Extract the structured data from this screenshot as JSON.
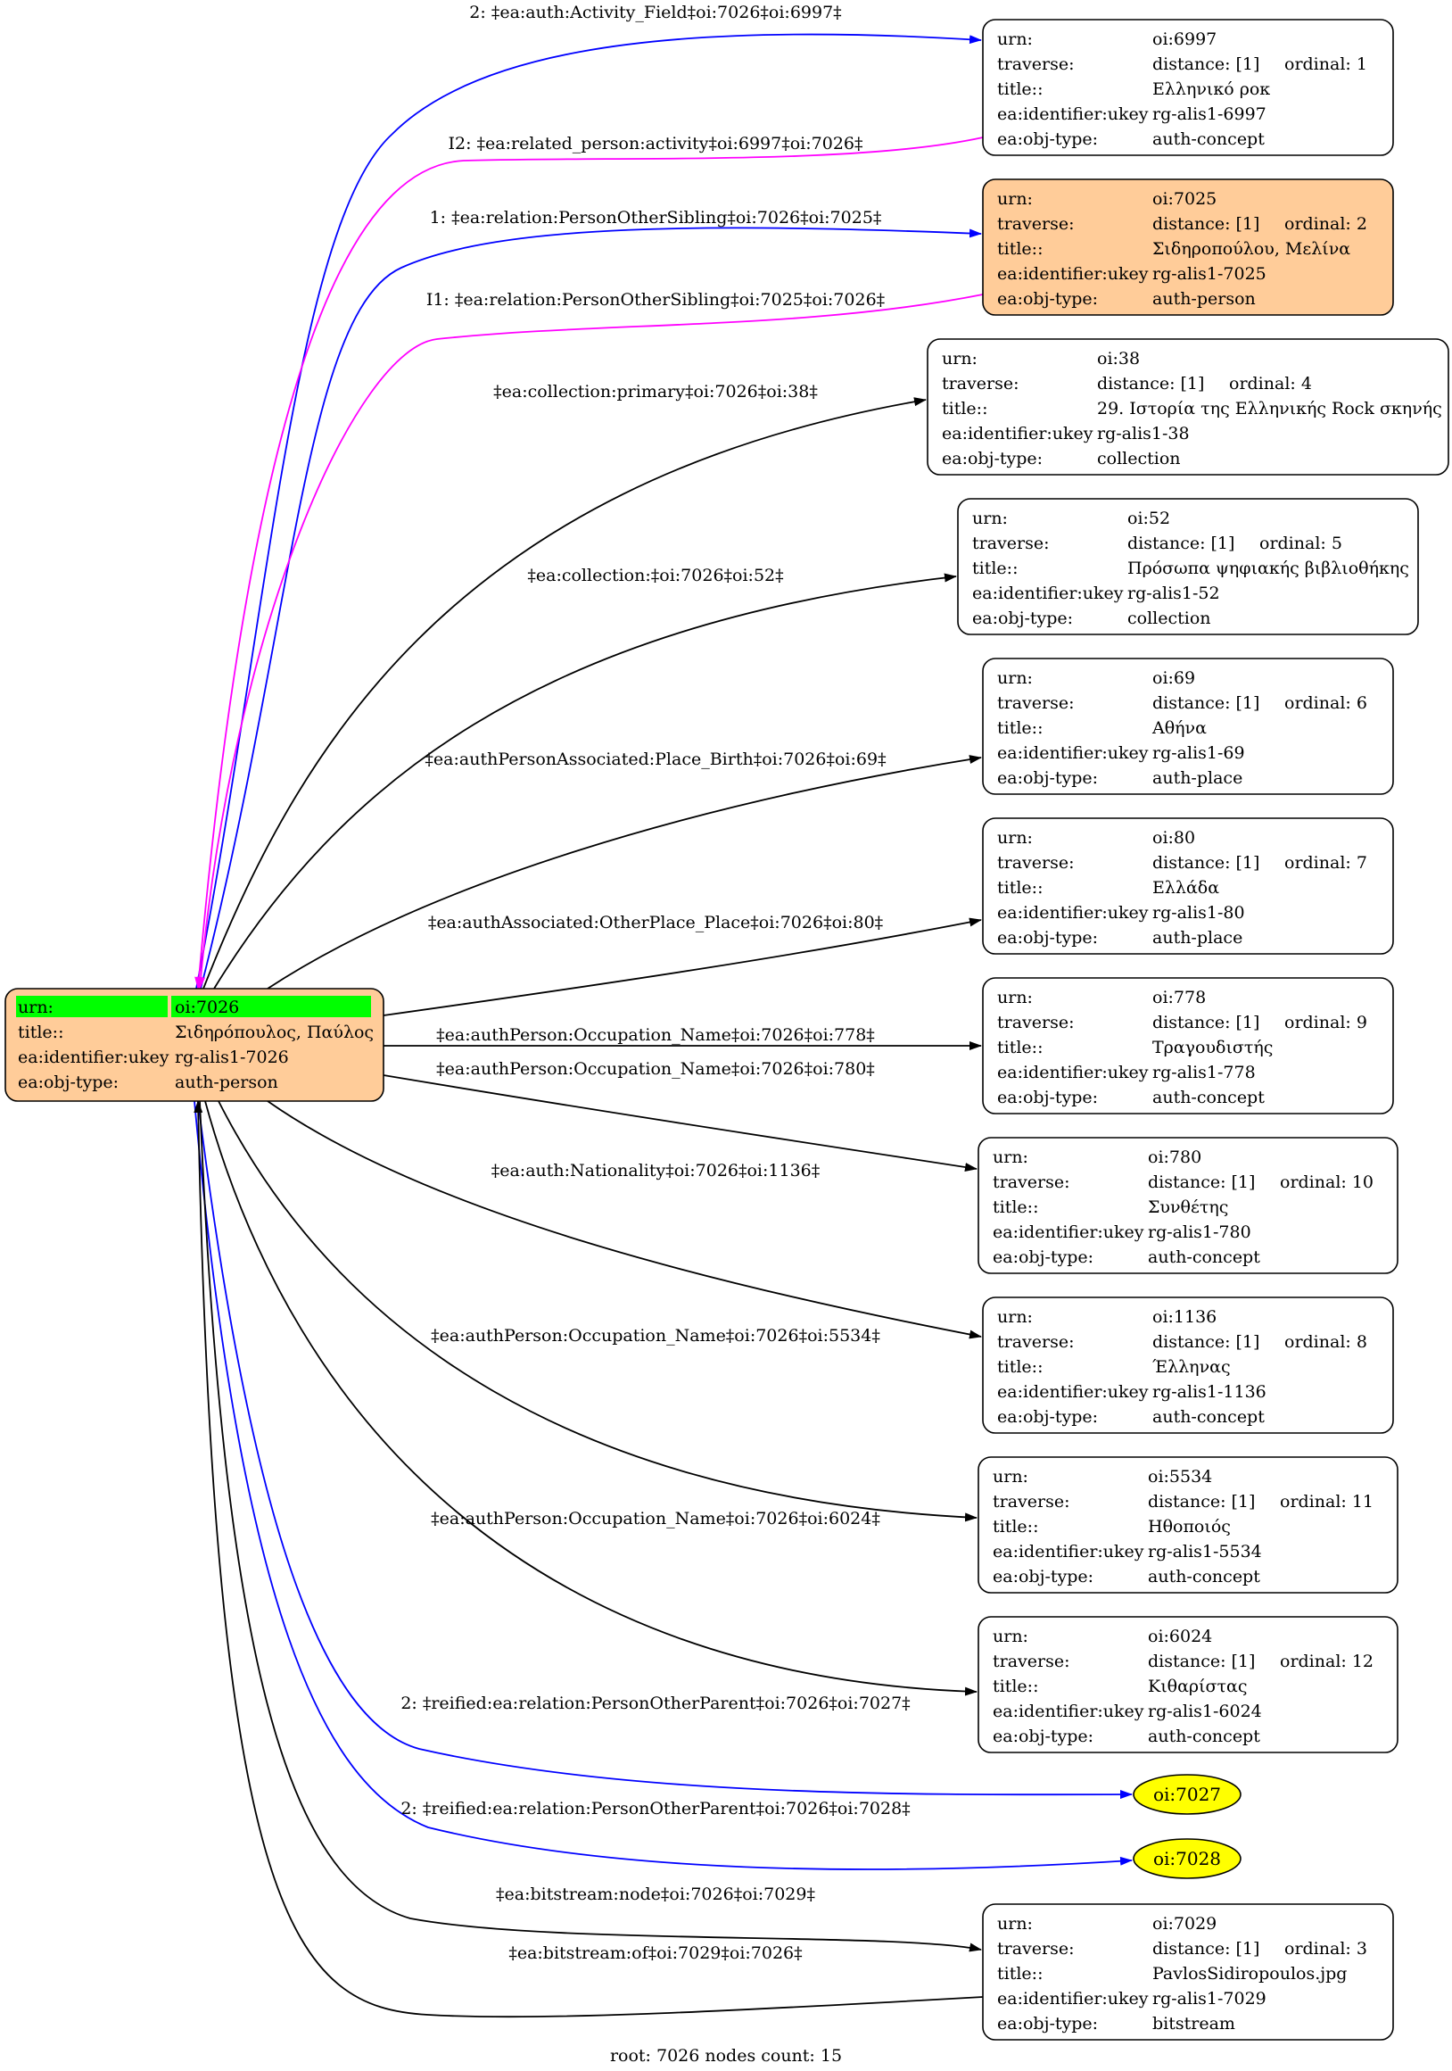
{
  "colors": {
    "node_fill_highlight": "#ffcc99",
    "node_fill_default": "#ffffff",
    "urn_highlight": "#00ff00",
    "edge_default": "#000000",
    "edge_blue": "#0000ff",
    "edge_magenta": "#ff00ff",
    "ellipse_fill": "#ffff00"
  },
  "field_labels": {
    "urn": "urn:",
    "traverse": "traverse:",
    "title": "title::",
    "ukey": "ea:identifier:ukey",
    "objtype": "ea:obj-type:"
  },
  "root": {
    "urn": "oi:7026",
    "title": "Σιδηρόπουλος, Παύλος",
    "ukey": "rg-alis1-7026",
    "objtype": "auth-person"
  },
  "nodes": [
    {
      "id": "n6997",
      "urn": "oi:6997",
      "distance": "distance: [1]",
      "ordinal": "ordinal: 1",
      "title": "Ελληνικό ροκ",
      "ukey": "rg-alis1-6997",
      "objtype": "auth-concept",
      "highlight": false
    },
    {
      "id": "n7025",
      "urn": "oi:7025",
      "distance": "distance: [1]",
      "ordinal": "ordinal: 2",
      "title": "Σιδηροπούλου, Μελίνα",
      "ukey": "rg-alis1-7025",
      "objtype": "auth-person",
      "highlight": true
    },
    {
      "id": "n38",
      "urn": "oi:38",
      "distance": "distance: [1]",
      "ordinal": "ordinal: 4",
      "title": "29. Ιστορία της Ελληνικής Rock σκηνής",
      "ukey": "rg-alis1-38",
      "objtype": "collection",
      "highlight": false
    },
    {
      "id": "n52",
      "urn": "oi:52",
      "distance": "distance: [1]",
      "ordinal": "ordinal: 5",
      "title": "Πρόσωπα ψηφιακής βιβλιοθήκης",
      "ukey": "rg-alis1-52",
      "objtype": "collection",
      "highlight": false
    },
    {
      "id": "n69",
      "urn": "oi:69",
      "distance": "distance: [1]",
      "ordinal": "ordinal: 6",
      "title": "Αθήνα",
      "ukey": "rg-alis1-69",
      "objtype": "auth-place",
      "highlight": false
    },
    {
      "id": "n80",
      "urn": "oi:80",
      "distance": "distance: [1]",
      "ordinal": "ordinal: 7",
      "title": "Ελλάδα",
      "ukey": "rg-alis1-80",
      "objtype": "auth-place",
      "highlight": false
    },
    {
      "id": "n778",
      "urn": "oi:778",
      "distance": "distance: [1]",
      "ordinal": "ordinal: 9",
      "title": "Τραγουδιστής",
      "ukey": "rg-alis1-778",
      "objtype": "auth-concept",
      "highlight": false
    },
    {
      "id": "n780",
      "urn": "oi:780",
      "distance": "distance: [1]",
      "ordinal": "ordinal: 10",
      "title": "Συνθέτης",
      "ukey": "rg-alis1-780",
      "objtype": "auth-concept",
      "highlight": false
    },
    {
      "id": "n1136",
      "urn": "oi:1136",
      "distance": "distance: [1]",
      "ordinal": "ordinal: 8",
      "title": "Έλληνας",
      "ukey": "rg-alis1-1136",
      "objtype": "auth-concept",
      "highlight": false
    },
    {
      "id": "n5534",
      "urn": "oi:5534",
      "distance": "distance: [1]",
      "ordinal": "ordinal: 11",
      "title": "Ηθοποιός",
      "ukey": "rg-alis1-5534",
      "objtype": "auth-concept",
      "highlight": false
    },
    {
      "id": "n6024",
      "urn": "oi:6024",
      "distance": "distance: [1]",
      "ordinal": "ordinal: 12",
      "title": "Κιθαρίστας",
      "ukey": "rg-alis1-6024",
      "objtype": "auth-concept",
      "highlight": false
    },
    {
      "id": "n7029",
      "urn": "oi:7029",
      "distance": "distance: [1]",
      "ordinal": "ordinal: 3",
      "title": "PavlosSidiropoulos.jpg",
      "ukey": "rg-alis1-7029",
      "objtype": "bitstream",
      "highlight": false
    }
  ],
  "ellipses": [
    {
      "id": "e7027",
      "label": "oi:7027"
    },
    {
      "id": "e7028",
      "label": "oi:7028"
    }
  ],
  "edges": [
    {
      "id": "ed1",
      "label": "2: ‡ea:auth:Activity_Field‡oi:7026‡oi:6997‡",
      "color": "blue"
    },
    {
      "id": "ed2",
      "label": "I2: ‡ea:related_person:activity‡oi:6997‡oi:7026‡",
      "color": "magenta"
    },
    {
      "id": "ed3",
      "label": "1: ‡ea:relation:PersonOtherSibling‡oi:7026‡oi:7025‡",
      "color": "blue"
    },
    {
      "id": "ed4",
      "label": "I1: ‡ea:relation:PersonOtherSibling‡oi:7025‡oi:7026‡",
      "color": "magenta"
    },
    {
      "id": "ed5",
      "label": "‡ea:collection:primary‡oi:7026‡oi:38‡",
      "color": "black"
    },
    {
      "id": "ed6",
      "label": "‡ea:collection:‡oi:7026‡oi:52‡",
      "color": "black"
    },
    {
      "id": "ed7",
      "label": "‡ea:authPersonAssociated:Place_Birth‡oi:7026‡oi:69‡",
      "color": "black"
    },
    {
      "id": "ed8",
      "label": "‡ea:authAssociated:OtherPlace_Place‡oi:7026‡oi:80‡",
      "color": "black"
    },
    {
      "id": "ed9",
      "label": "‡ea:authPerson:Occupation_Name‡oi:7026‡oi:778‡",
      "color": "black"
    },
    {
      "id": "ed10",
      "label": "‡ea:authPerson:Occupation_Name‡oi:7026‡oi:780‡",
      "color": "black"
    },
    {
      "id": "ed11",
      "label": "‡ea:auth:Nationality‡oi:7026‡oi:1136‡",
      "color": "black"
    },
    {
      "id": "ed12",
      "label": "‡ea:authPerson:Occupation_Name‡oi:7026‡oi:5534‡",
      "color": "black"
    },
    {
      "id": "ed13",
      "label": "‡ea:authPerson:Occupation_Name‡oi:7026‡oi:6024‡",
      "color": "black"
    },
    {
      "id": "ed14",
      "label": "2: ‡reified:ea:relation:PersonOtherParent‡oi:7026‡oi:7027‡",
      "color": "blue"
    },
    {
      "id": "ed15",
      "label": "2: ‡reified:ea:relation:PersonOtherParent‡oi:7026‡oi:7028‡",
      "color": "blue"
    },
    {
      "id": "ed16",
      "label": "‡ea:bitstream:node‡oi:7026‡oi:7029‡",
      "color": "black"
    },
    {
      "id": "ed17",
      "label": "‡ea:bitstream:of‡oi:7029‡oi:7026‡",
      "color": "black"
    }
  ],
  "footer": "root: 7026 nodes count: 15"
}
